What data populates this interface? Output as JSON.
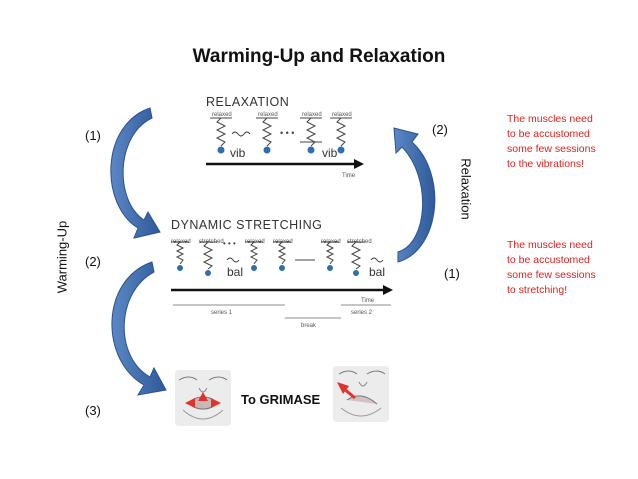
{
  "title": "Warming-Up and Relaxation",
  "labels": {
    "step_left_1": "(1)",
    "step_left_2": "(2)",
    "step_left_3": "(3)",
    "step_right_2": "(2)",
    "step_right_1": "(1)",
    "warming_up": "Warming-Up",
    "relaxation": "Relaxation",
    "to_grimase": "To GRIMASE"
  },
  "notes": {
    "relaxation_note": "The muscles need to be accustomed some few sessions to the vibrations!",
    "stretching_note_lines": [
      "The muscles need",
      "to be accustomed",
      "some few sessions",
      "to stretching!"
    ],
    "relaxation_note_lines": [
      "The muscles need",
      "to be accustomed",
      "some few sessions",
      "to the vibrations!"
    ]
  },
  "relaxation_panel": {
    "heading": "RELAXATION",
    "relaxed": "relaxed",
    "vib": "vib",
    "time": "Time"
  },
  "stretching_panel": {
    "heading": "DYNAMIC STRETCHING",
    "relaxed": "relaxed",
    "stretched": "stretched",
    "bal": "bal",
    "time": "Time",
    "series1": "series 1",
    "series2": "series 2",
    "break": "break"
  },
  "colors": {
    "arrow_blue": "#3b67a8",
    "note_red": "#d8231f",
    "face_arrow_red": "#e0342b"
  }
}
